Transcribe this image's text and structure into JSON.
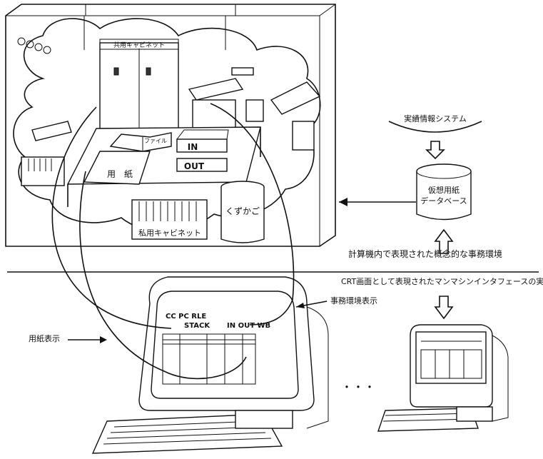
{
  "labels": {
    "shared_cabinet": "共用キャビネット",
    "file": "ファイル",
    "in": "IN",
    "out": "OUT",
    "paper": "用　紙",
    "private_cabinet": "私用キャビネット",
    "wastebasket": "くずかご",
    "performance_system": "実績情報システム",
    "virtual_paper_db": "仮想用紙\nデータベース",
    "conceptual_env": "計算機内で表現された概念的な事務環境",
    "crt_interface": "CRT画面として表現されたマンマシンインタフェースの実際",
    "office_env_display": "事務環境表示",
    "paper_display": "用紙表示",
    "screen_menu_row1": "CC  PC  RLE",
    "screen_menu_stack": "STACK",
    "screen_menu_inoutwb": "IN  OUT  WB",
    "ellipsis": "・・・"
  },
  "colors": {
    "line": "#111111",
    "background": "#ffffff"
  }
}
